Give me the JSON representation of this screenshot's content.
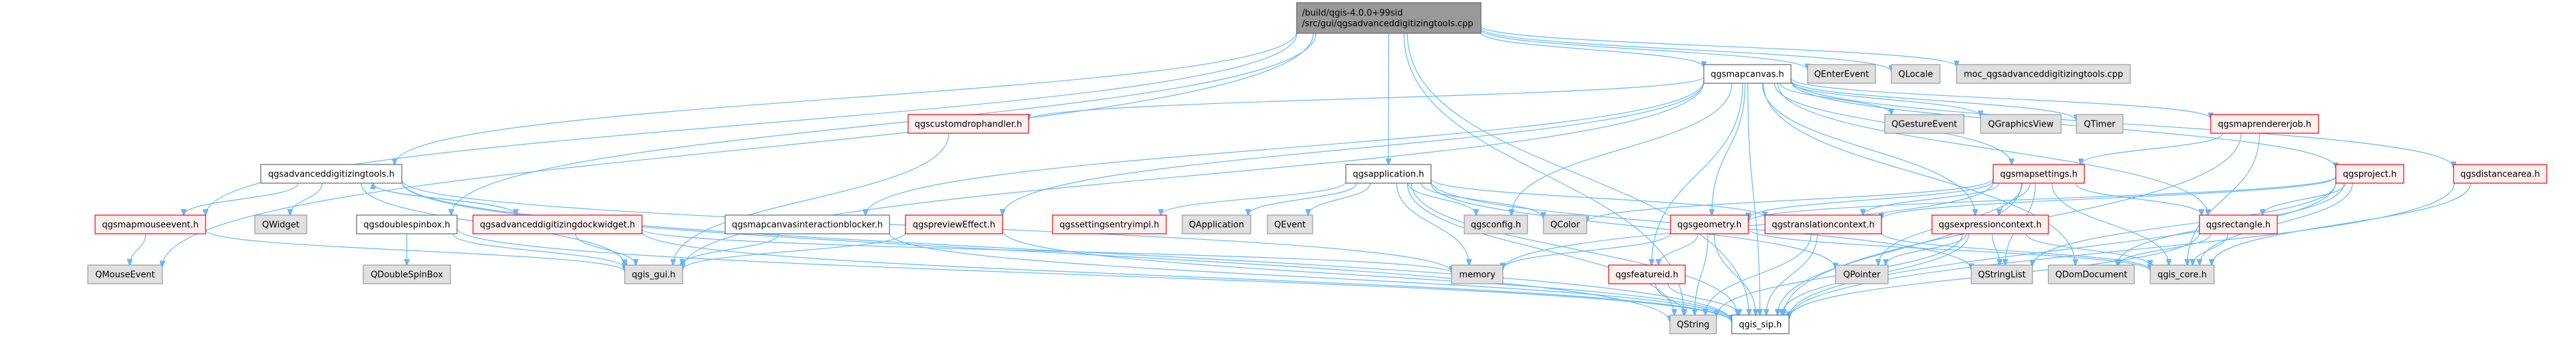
{
  "diagram": {
    "type": "include-dependency-graph",
    "legend_styles": {
      "root": {
        "fill": "#999999",
        "stroke": "#666666"
      },
      "documented": {
        "fill": "#ffffff",
        "stroke": "#666666"
      },
      "truncated": {
        "fill": "#fff0f0",
        "stroke": "#ff0000"
      },
      "external": {
        "fill": "#e0e0e0",
        "stroke": "#999999"
      },
      "edge_color": "#63b8ff"
    },
    "nodes": [
      {
        "id": "root",
        "label": [
          "/build/qgis-4.0.0+99sid",
          "/src/gui/qgsadvanceddigitizingtools.cpp"
        ],
        "style": "root"
      },
      {
        "id": "qgsmapcanvas",
        "label": [
          "qgsmapcanvas.h"
        ],
        "style": "documented"
      },
      {
        "id": "QEnterEvent",
        "label": [
          "QEnterEvent"
        ],
        "style": "external"
      },
      {
        "id": "QLocale",
        "label": [
          "QLocale"
        ],
        "style": "external"
      },
      {
        "id": "moc",
        "label": [
          "moc_qgsadvanceddigitizingtools.cpp"
        ],
        "style": "external"
      },
      {
        "id": "qgscustomdrophandler",
        "label": [
          "qgscustomdrophandler.h"
        ],
        "style": "truncated"
      },
      {
        "id": "QGestureEvent",
        "label": [
          "QGestureEvent"
        ],
        "style": "external"
      },
      {
        "id": "QGraphicsView",
        "label": [
          "QGraphicsView"
        ],
        "style": "external"
      },
      {
        "id": "QTimer",
        "label": [
          "QTimer"
        ],
        "style": "external"
      },
      {
        "id": "qgsmaprendererjob",
        "label": [
          "qgsmaprendererjob.h"
        ],
        "style": "truncated"
      },
      {
        "id": "qgsadvanceddigitizingtools",
        "label": [
          "qgsadvanceddigitizingtools.h"
        ],
        "style": "documented"
      },
      {
        "id": "qgsapplication",
        "label": [
          "qgsapplication.h"
        ],
        "style": "documented"
      },
      {
        "id": "qgsmapsettings",
        "label": [
          "qgsmapsettings.h"
        ],
        "style": "truncated"
      },
      {
        "id": "qgsproject",
        "label": [
          "qgsproject.h"
        ],
        "style": "truncated"
      },
      {
        "id": "qgsdistancearea",
        "label": [
          "qgsdistancearea.h"
        ],
        "style": "truncated"
      },
      {
        "id": "qgsmapmouseevent",
        "label": [
          "qgsmapmouseevent.h"
        ],
        "style": "truncated"
      },
      {
        "id": "QWidget",
        "label": [
          "QWidget"
        ],
        "style": "external"
      },
      {
        "id": "qgsdoublespinbox",
        "label": [
          "qgsdoublespinbox.h"
        ],
        "style": "documented"
      },
      {
        "id": "qgsadvanceddigitizingdockwidget",
        "label": [
          "qgsadvanceddigitizingdockwidget.h"
        ],
        "style": "truncated"
      },
      {
        "id": "qgsmapcanvasinteractionblocker",
        "label": [
          "qgsmapcanvasinteractionblocker.h"
        ],
        "style": "documented"
      },
      {
        "id": "qgspreviewEffect",
        "label": [
          "qgspreviewEffect.h"
        ],
        "style": "truncated"
      },
      {
        "id": "qgssettingsentryimpl",
        "label": [
          "qgssettingsentryimpl.h"
        ],
        "style": "truncated"
      },
      {
        "id": "QApplication",
        "label": [
          "QApplication"
        ],
        "style": "external"
      },
      {
        "id": "QEvent",
        "label": [
          "QEvent"
        ],
        "style": "external"
      },
      {
        "id": "qgsconfig",
        "label": [
          "qgsconfig.h"
        ],
        "style": "external"
      },
      {
        "id": "QColor",
        "label": [
          "QColor"
        ],
        "style": "external"
      },
      {
        "id": "qgsgeometry",
        "label": [
          "qgsgeometry.h"
        ],
        "style": "truncated"
      },
      {
        "id": "qgstranslationcontext",
        "label": [
          "qgstranslationcontext.h"
        ],
        "style": "truncated"
      },
      {
        "id": "qgsexpressioncontext",
        "label": [
          "qgsexpressioncontext.h"
        ],
        "style": "truncated"
      },
      {
        "id": "qgsrectangle",
        "label": [
          "qgsrectangle.h"
        ],
        "style": "truncated"
      },
      {
        "id": "QMouseEvent",
        "label": [
          "QMouseEvent"
        ],
        "style": "external"
      },
      {
        "id": "QDoubleSpinBox",
        "label": [
          "QDoubleSpinBox"
        ],
        "style": "external"
      },
      {
        "id": "qgis_gui",
        "label": [
          "qgis_gui.h"
        ],
        "style": "external"
      },
      {
        "id": "memory",
        "label": [
          "memory"
        ],
        "style": "external"
      },
      {
        "id": "qgsfeatureid",
        "label": [
          "qgsfeatureid.h"
        ],
        "style": "truncated"
      },
      {
        "id": "QPointer",
        "label": [
          "QPointer"
        ],
        "style": "external"
      },
      {
        "id": "QStringList",
        "label": [
          "QStringList"
        ],
        "style": "external"
      },
      {
        "id": "QDomDocument",
        "label": [
          "QDomDocument"
        ],
        "style": "external"
      },
      {
        "id": "qgis_core",
        "label": [
          "qgis_core.h"
        ],
        "style": "external"
      },
      {
        "id": "QString",
        "label": [
          "QString"
        ],
        "style": "external"
      },
      {
        "id": "qgis_sip",
        "label": [
          "qgis_sip.h"
        ],
        "style": "documented"
      }
    ],
    "edges": [
      [
        "root",
        "qgsmapcanvas"
      ],
      [
        "root",
        "QEnterEvent"
      ],
      [
        "root",
        "QLocale"
      ],
      [
        "root",
        "moc"
      ],
      [
        "root",
        "qgsadvanceddigitizingtools"
      ],
      [
        "root",
        "qgsapplication"
      ],
      [
        "root",
        "qgsdoublespinbox"
      ],
      [
        "root",
        "QMouseEvent"
      ],
      [
        "root",
        "qgis_sip"
      ],
      [
        "root",
        "QString"
      ],
      [
        "root",
        "qgsmapmouseevent"
      ],
      [
        "qgsmapcanvas",
        "qgscustomdrophandler"
      ],
      [
        "qgsmapcanvas",
        "QGestureEvent"
      ],
      [
        "qgsmapcanvas",
        "QGraphicsView"
      ],
      [
        "qgsmapcanvas",
        "QTimer"
      ],
      [
        "qgsmapcanvas",
        "qgsmaprendererjob"
      ],
      [
        "qgsmapcanvas",
        "qgsmapsettings"
      ],
      [
        "qgsmapcanvas",
        "qgsproject"
      ],
      [
        "qgsmapcanvas",
        "qgsdistancearea"
      ],
      [
        "qgsmapcanvas",
        "qgsmapcanvasinteractionblocker"
      ],
      [
        "qgsmapcanvas",
        "qgspreviewEffect"
      ],
      [
        "qgsmapcanvas",
        "qgsconfig"
      ],
      [
        "qgsmapcanvas",
        "qgsgeometry"
      ],
      [
        "qgsmapcanvas",
        "qgsexpressioncontext"
      ],
      [
        "qgsmapcanvas",
        "qgsrectangle"
      ],
      [
        "qgsmapcanvas",
        "qgis_gui"
      ],
      [
        "qgsmapcanvas",
        "qgsfeatureid"
      ],
      [
        "qgsmapcanvas",
        "QDomDocument"
      ],
      [
        "qgsmapcanvas",
        "qgis_sip"
      ],
      [
        "qgscustomdrophandler",
        "qgis_gui"
      ],
      [
        "qgsmaprendererjob",
        "qgsmapsettings"
      ],
      [
        "qgsmaprendererjob",
        "qgis_core"
      ],
      [
        "qgsmaprendererjob",
        "qgis_sip"
      ],
      [
        "qgsadvanceddigitizingtools",
        "qgsmapmouseevent"
      ],
      [
        "qgsadvanceddigitizingtools",
        "QWidget"
      ],
      [
        "qgsadvanceddigitizingtools",
        "qgsadvanceddigitizingdockwidget"
      ],
      [
        "qgsadvanceddigitizingtools",
        "qgis_gui"
      ],
      [
        "qgsadvanceddigitizingtools",
        "qgis_sip"
      ],
      [
        "qgsadvanceddigitizingtools",
        "QString"
      ],
      [
        "qgsadvanceddigitizingtools",
        "memory"
      ],
      [
        "qgsadvanceddigitizingdockwidget",
        "qgsadvanceddigitizingtools"
      ],
      [
        "qgsadvanceddigitizingdockwidget",
        "qgis_gui"
      ],
      [
        "qgsadvanceddigitizingdockwidget",
        "qgis_sip"
      ],
      [
        "qgsadvanceddigitizingdockwidget",
        "memory"
      ],
      [
        "qgsmapmouseevent",
        "QMouseEvent"
      ],
      [
        "qgsmapmouseevent",
        "qgis_gui"
      ],
      [
        "qgsdoublespinbox",
        "QDoubleSpinBox"
      ],
      [
        "qgsdoublespinbox",
        "qgis_gui"
      ],
      [
        "qgsdoublespinbox",
        "qgis_sip"
      ],
      [
        "qgsmapcanvasinteractionblocker",
        "qgis_gui"
      ],
      [
        "qgsmapcanvasinteractionblocker",
        "qgis_sip"
      ],
      [
        "qgspreviewEffect",
        "qgis_gui"
      ],
      [
        "qgspreviewEffect",
        "qgis_sip"
      ],
      [
        "qgsapplication",
        "qgssettingsentryimpl"
      ],
      [
        "qgsapplication",
        "QApplication"
      ],
      [
        "qgsapplication",
        "QEvent"
      ],
      [
        "qgsapplication",
        "qgsconfig"
      ],
      [
        "qgsapplication",
        "QColor"
      ],
      [
        "qgsapplication",
        "memory"
      ],
      [
        "qgsapplication",
        "qgis_sip"
      ],
      [
        "qgsapplication",
        "QString"
      ],
      [
        "qgsapplication",
        "QPointer"
      ],
      [
        "qgsapplication",
        "QStringList"
      ],
      [
        "qgsapplication",
        "qgstranslationcontext"
      ],
      [
        "qgsmapsettings",
        "qgsgeometry"
      ],
      [
        "qgsmapsettings",
        "qgsexpressioncontext"
      ],
      [
        "qgsmapsettings",
        "qgsrectangle"
      ],
      [
        "qgsmapsettings",
        "QColor"
      ],
      [
        "qgsmapsettings",
        "memory"
      ],
      [
        "qgsmapsettings",
        "QPointer"
      ],
      [
        "qgsmapsettings",
        "QStringList"
      ],
      [
        "qgsmapsettings",
        "qgis_core"
      ],
      [
        "qgsmapsettings",
        "qgis_sip"
      ],
      [
        "qgsmapsettings",
        "qgstranslationcontext"
      ],
      [
        "qgsproject",
        "qgstranslationcontext"
      ],
      [
        "qgsproject",
        "qgsgeometry"
      ],
      [
        "qgsproject",
        "qgsrectangle"
      ],
      [
        "qgsproject",
        "qgis_core"
      ],
      [
        "qgsproject",
        "qgis_sip"
      ],
      [
        "qgsproject",
        "QStringList"
      ],
      [
        "qgsproject",
        "QDomDocument"
      ],
      [
        "qgsdistancearea",
        "qgis_core"
      ],
      [
        "qgsdistancearea",
        "qgis_sip"
      ],
      [
        "qgsgeometry",
        "qgsfeatureid"
      ],
      [
        "qgsgeometry",
        "memory"
      ],
      [
        "qgsgeometry",
        "QString"
      ],
      [
        "qgsgeometry",
        "qgis_sip"
      ],
      [
        "qgsgeometry",
        "qgis_core"
      ],
      [
        "qgstranslationcontext",
        "QString"
      ],
      [
        "qgstranslationcontext",
        "qgis_sip"
      ],
      [
        "qgstranslationcontext",
        "qgis_core"
      ],
      [
        "qgsexpressioncontext",
        "QPointer"
      ],
      [
        "qgsexpressioncontext",
        "QStringList"
      ],
      [
        "qgsexpressioncontext",
        "qgis_core"
      ],
      [
        "qgsexpressioncontext",
        "QString"
      ],
      [
        "qgsexpressioncontext",
        "qgis_sip"
      ],
      [
        "qgsrectangle",
        "qgis_core"
      ],
      [
        "qgsrectangle",
        "QDomDocument"
      ],
      [
        "qgsrectangle",
        "qgis_sip"
      ],
      [
        "qgsfeatureid",
        "QString"
      ],
      [
        "qgsfeatureid",
        "qgis_sip"
      ]
    ]
  }
}
